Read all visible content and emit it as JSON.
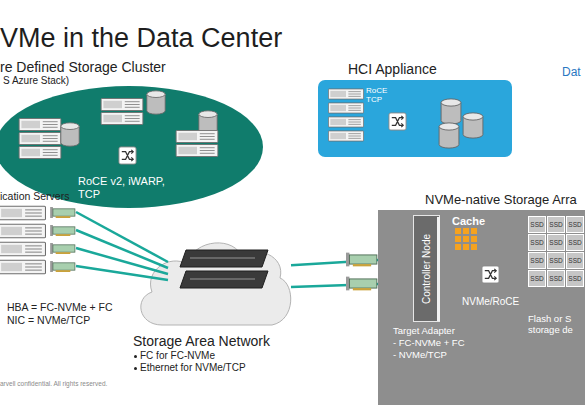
{
  "diagram": {
    "title": "VMe in the Data Center",
    "nodes": [
      {
        "text": [
          "re Defined Storage Cluster",
          "S Azure Stack)",
          "RoCE v2, iWARP, TCP"
        ]
      },
      {
        "text": [
          "HCI Appliance",
          "RoCE TCP"
        ]
      },
      {
        "text": [
          "Storage Area Network",
          "FC for FC-NVMe",
          "Ethernet for NVMe/TCP"
        ]
      },
      {
        "text": [
          "NVMe-native Storage Arra",
          "Cache",
          "NVMe/RoCE",
          "Target Adapter",
          "- FC-NVMe + FC",
          "- NVMe/TCP",
          "Flash or S storage de"
        ]
      },
      {
        "text": [
          "Controller Node"
        ],
        "in": 3
      },
      {
        "text": [
          "SSD"
        ],
        "in": 3
      },
      {
        "text": [
          "SSD"
        ],
        "in": 3
      },
      {
        "text": [
          "SSD"
        ],
        "in": 3
      },
      {
        "text": [
          "SSD"
        ],
        "in": 3
      },
      {
        "text": [
          "SSD"
        ],
        "in": 3
      },
      {
        "text": [
          "SSD"
        ],
        "in": 3
      },
      {
        "text": [
          "SSD"
        ],
        "in": 3
      },
      {
        "text": [
          "SSD"
        ],
        "in": 3
      },
      {
        "text": [
          "SSD"
        ],
        "in": 3
      },
      {
        "text": [
          "SSD"
        ],
        "in": 3
      },
      {
        "text": [
          "SSD"
        ],
        "in": 3
      },
      {
        "text": [
          "SSD"
        ],
        "in": 3
      }
    ],
    "edges": [
      {
        "from": 2,
        "to": 3,
        "arrow": "none"
      },
      {
        "from": 2,
        "to": 3,
        "arrow": "none"
      }
    ],
    "labels": [
      "Dat",
      "ication Servers",
      "HBA = FC-NVMe + FC",
      "NIC = NVMe/TCP",
      "arvell confidential. All rights reserved."
    ]
  }
}
